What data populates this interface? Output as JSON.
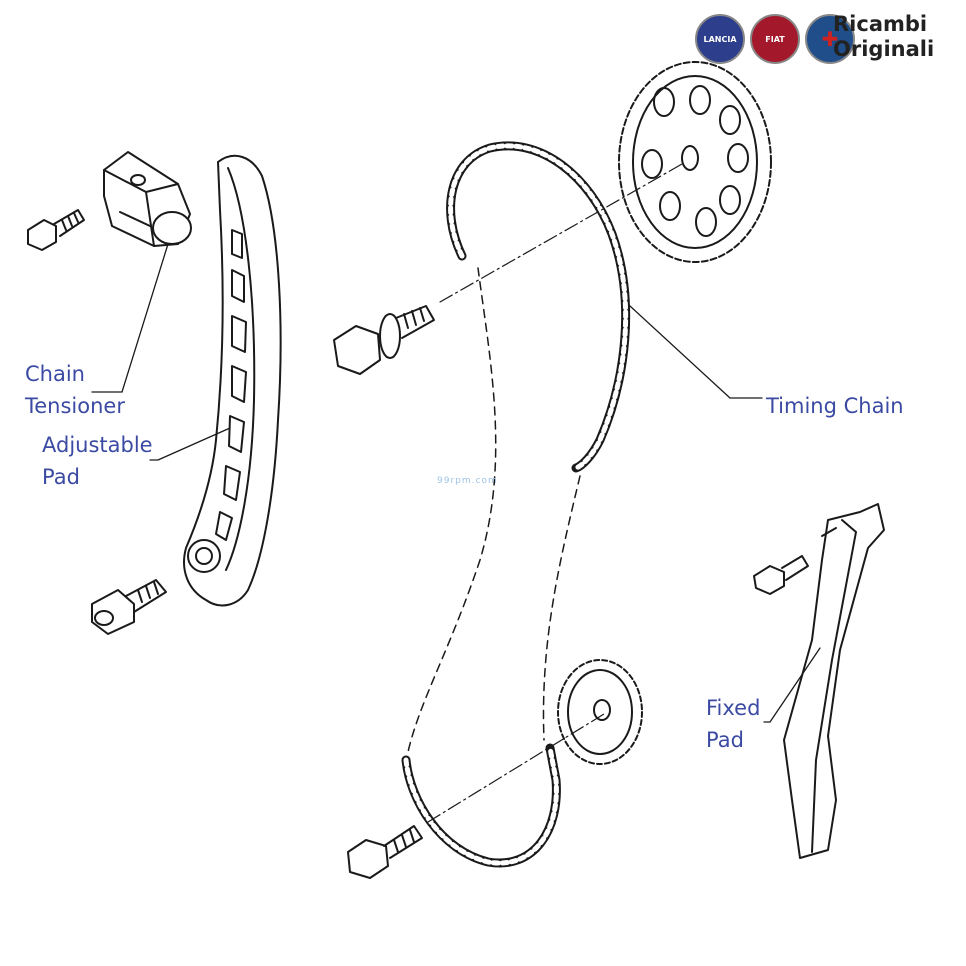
{
  "brand": {
    "line1": "Ricambi",
    "line2": "Originali",
    "badges": [
      {
        "name": "lancia-badge",
        "text": "LANCIA",
        "color": "#2d3f8c"
      },
      {
        "name": "fiat-badge",
        "text": "FIAT",
        "color": "#a3182a"
      },
      {
        "name": "alfa-romeo-badge",
        "text": "",
        "color": "#1f4e8a"
      }
    ]
  },
  "watermark": "99rpm.com",
  "labels": {
    "chain_tensioner": {
      "line1": "Chain",
      "line2": "Tensioner"
    },
    "adjustable_pad": {
      "line1": "Adjustable",
      "line2": "Pad"
    },
    "timing_chain": {
      "line1": "Timing Chain"
    },
    "fixed_pad": {
      "line1": "Fixed",
      "line2": "Pad"
    }
  },
  "colors": {
    "label": "#3b4aa3",
    "line": "#1a1a1a"
  }
}
